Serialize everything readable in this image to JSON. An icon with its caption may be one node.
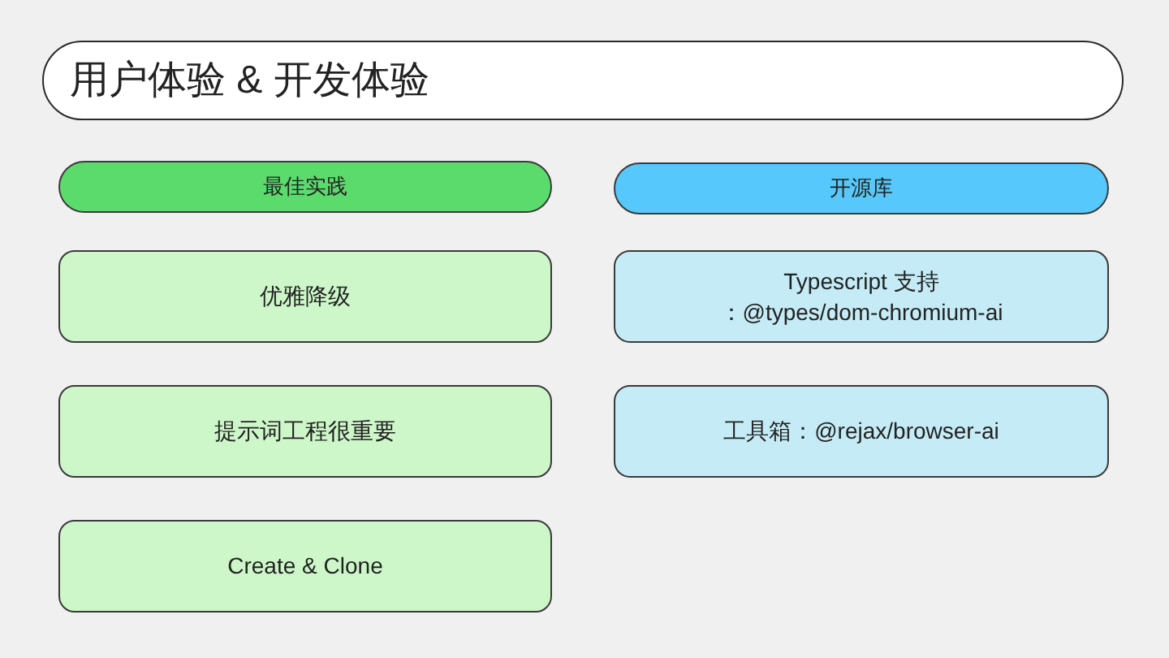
{
  "diagram": {
    "title": "用户体验 & 开发体验",
    "nodes": [
      {
        "text": [
          "最佳实践"
        ]
      },
      {
        "text": [
          "优雅降级"
        ]
      },
      {
        "text": [
          "提示词工程很重要"
        ]
      },
      {
        "text": [
          "Create & Clone"
        ]
      },
      {
        "text": [
          "开源库"
        ]
      },
      {
        "text": [
          "Typescript 支持：@types/dom-chromium-ai"
        ]
      },
      {
        "text": [
          "工具箱：@rejax/browser-ai"
        ]
      }
    ]
  }
}
